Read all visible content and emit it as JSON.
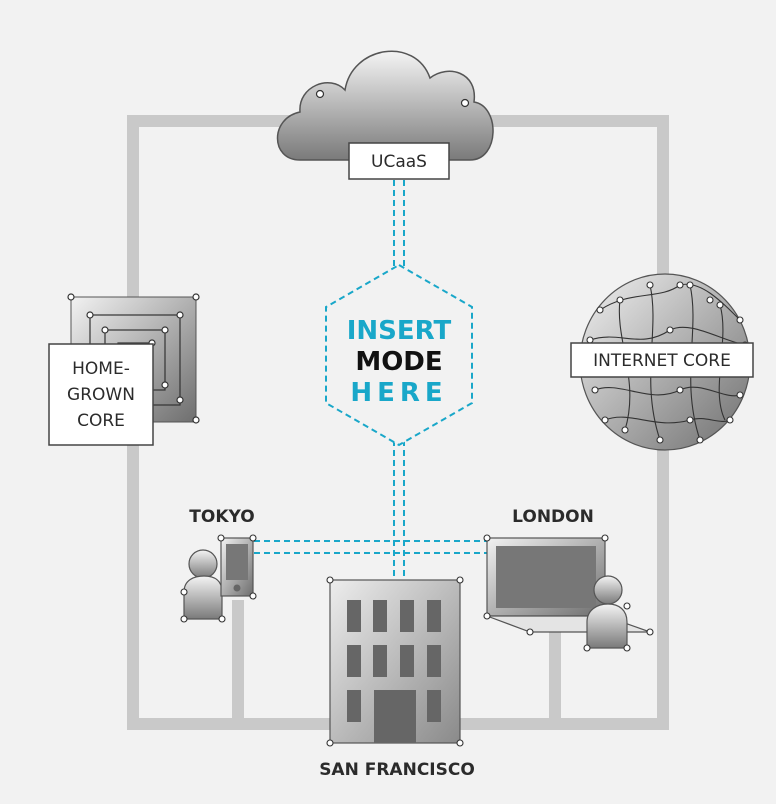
{
  "center": {
    "line1": "INSERT",
    "line2": "MODE",
    "line3": "HERE"
  },
  "nodes": {
    "cloud": {
      "label": "UCaaS"
    },
    "homegrown": {
      "line1": "HOME-",
      "line2": "GROWN",
      "line3": "CORE"
    },
    "internet": {
      "label": "INTERNET CORE"
    },
    "tokyo": {
      "label": "TOKYO"
    },
    "london": {
      "label": "LONDON"
    },
    "sanfrancisco": {
      "label": "SAN FRANCISCO"
    }
  },
  "colors": {
    "accent": "#19a7c9",
    "frame": "#c9c9c9",
    "background": "#f2f2f2"
  }
}
